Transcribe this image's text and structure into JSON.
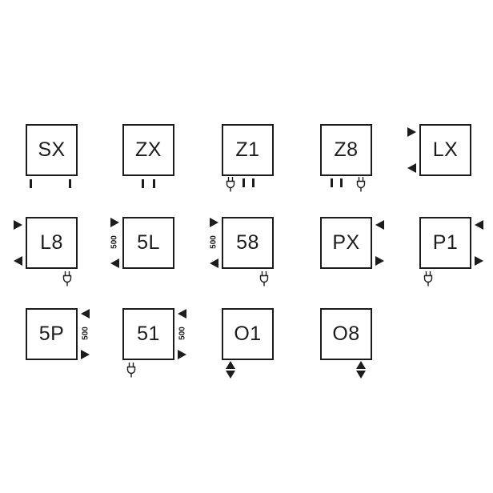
{
  "page": {
    "background": "#ffffff",
    "line_color": "#1c1c1c",
    "description_visible_text_only": true
  },
  "spacing_label": "500",
  "cells": [
    {
      "code": "SX",
      "marks": [
        "bottom-tick-icon-left",
        "bottom-tick-icon-right"
      ]
    },
    {
      "code": "ZX",
      "marks": [
        "bottom-tick-icon-center-left",
        "bottom-tick-icon-center-right"
      ]
    },
    {
      "code": "Z1",
      "marks": [
        "plug-icon-bottom-left",
        "bottom-tick-icon-center-left",
        "bottom-tick-icon-center-right"
      ]
    },
    {
      "code": "Z8",
      "marks": [
        "bottom-tick-icon-center-left",
        "bottom-tick-icon-center-right",
        "plug-icon-bottom-right"
      ]
    },
    {
      "code": "LX",
      "marks": [
        "arrow-right-icon-top-left",
        "arrow-left-icon-bottom-left"
      ]
    },
    {
      "code": "L8",
      "marks": [
        "arrow-right-icon-top-left",
        "arrow-left-icon-bottom-left",
        "plug-icon-bottom"
      ]
    },
    {
      "code": "5L",
      "marks": [
        "arrow-right-icon-top-left",
        "spacing-500-label-left",
        "arrow-left-icon-bottom-left"
      ]
    },
    {
      "code": "58",
      "marks": [
        "arrow-right-icon-top-left",
        "spacing-500-label-left",
        "arrow-left-icon-bottom-left",
        "plug-icon-bottom"
      ]
    },
    {
      "code": "PX",
      "marks": [
        "arrow-left-icon-top-right",
        "arrow-right-icon-bottom-right"
      ]
    },
    {
      "code": "P1",
      "marks": [
        "arrow-left-icon-top-right",
        "arrow-right-icon-bottom-right",
        "plug-icon-bottom"
      ]
    },
    {
      "code": "5P",
      "marks": [
        "arrow-left-icon-top-right",
        "spacing-500-label-right",
        "arrow-right-icon-bottom-right"
      ]
    },
    {
      "code": "51",
      "marks": [
        "arrow-left-icon-top-right",
        "spacing-500-label-right",
        "arrow-right-icon-bottom-right",
        "plug-icon-bottom"
      ]
    },
    {
      "code": "O1",
      "marks": [
        "arrow-up-icon-bottom-left",
        "arrow-down-icon-bottom-left"
      ]
    },
    {
      "code": "O8",
      "marks": [
        "arrow-up-icon-bottom-right",
        "arrow-down-icon-bottom-right"
      ]
    }
  ]
}
